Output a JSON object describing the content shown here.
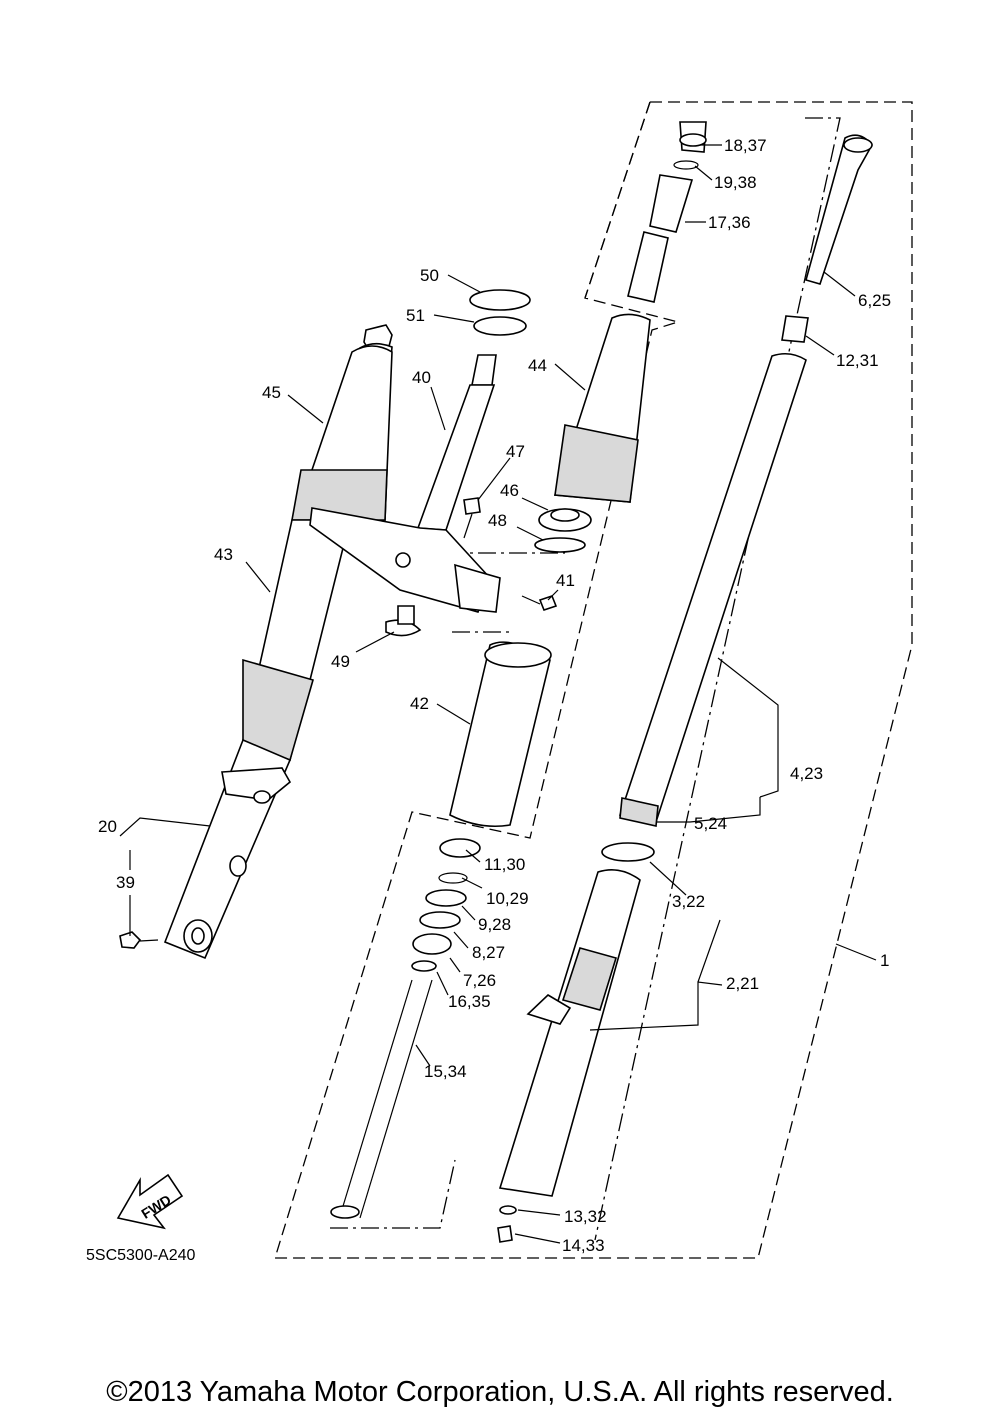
{
  "diagram": {
    "code": "5SC5300-A240",
    "fwd": "FWD",
    "copyright": "©2013 Yamaha Motor Corporation, U.S.A. All rights reserved.",
    "callouts": [
      {
        "id": "c1",
        "label": "1"
      },
      {
        "id": "c2",
        "label": "2,21"
      },
      {
        "id": "c3",
        "label": "3,22"
      },
      {
        "id": "c4",
        "label": "4,23"
      },
      {
        "id": "c5",
        "label": "5,24"
      },
      {
        "id": "c6",
        "label": "6,25"
      },
      {
        "id": "c7",
        "label": "7,26"
      },
      {
        "id": "c8",
        "label": "8,27"
      },
      {
        "id": "c9",
        "label": "9,28"
      },
      {
        "id": "c10",
        "label": "10,29"
      },
      {
        "id": "c11",
        "label": "11,30"
      },
      {
        "id": "c12",
        "label": "12,31"
      },
      {
        "id": "c13",
        "label": "13,32"
      },
      {
        "id": "c14",
        "label": "14,33"
      },
      {
        "id": "c15",
        "label": "15,34"
      },
      {
        "id": "c16",
        "label": "16,35"
      },
      {
        "id": "c17",
        "label": "17,36"
      },
      {
        "id": "c18",
        "label": "18,37"
      },
      {
        "id": "c19",
        "label": "19,38"
      },
      {
        "id": "c20",
        "label": "20"
      },
      {
        "id": "c39",
        "label": "39"
      },
      {
        "id": "c40",
        "label": "40"
      },
      {
        "id": "c41",
        "label": "41"
      },
      {
        "id": "c42",
        "label": "42"
      },
      {
        "id": "c43",
        "label": "43"
      },
      {
        "id": "c44",
        "label": "44"
      },
      {
        "id": "c45",
        "label": "45"
      },
      {
        "id": "c46",
        "label": "46"
      },
      {
        "id": "c47",
        "label": "47"
      },
      {
        "id": "c48",
        "label": "48"
      },
      {
        "id": "c49",
        "label": "49"
      },
      {
        "id": "c50",
        "label": "50"
      },
      {
        "id": "c51",
        "label": "51"
      }
    ]
  }
}
